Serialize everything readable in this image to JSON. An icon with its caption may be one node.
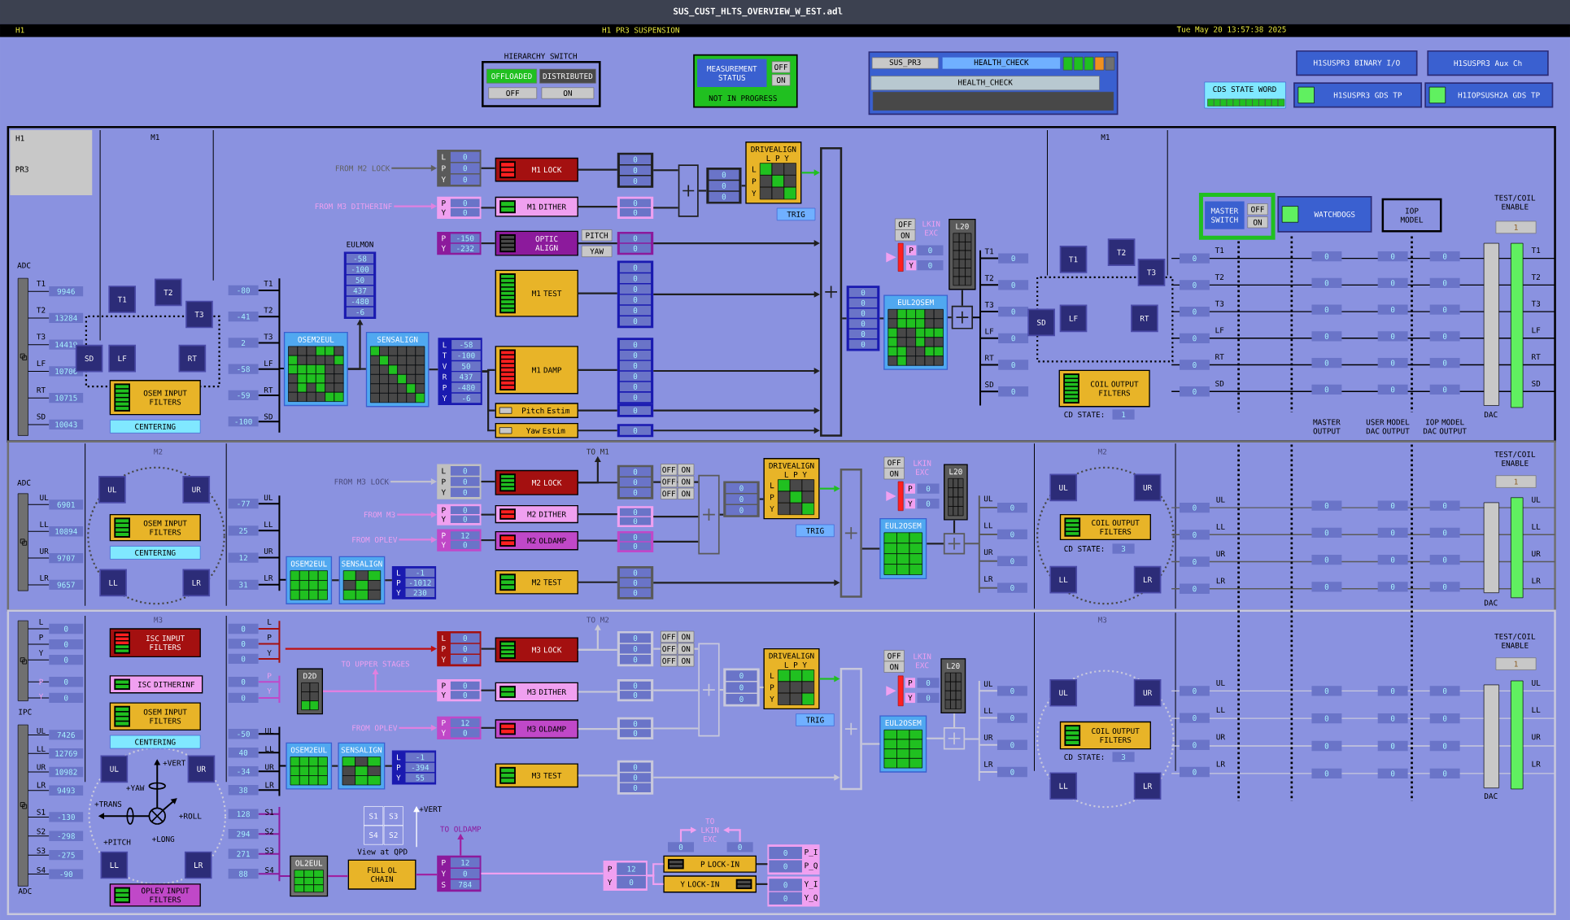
{
  "diagram": {
    "title": "SUS_CUST_HLTS_OVERVIEW_W_EST.adl",
    "nodes": [
      {
        "text": [
          "FROM M2 LOCK"
        ]
      },
      {
        "text": [
          "L",
          "0",
          "P",
          "0",
          "Y",
          "0"
        ]
      },
      {
        "text": [
          "M1 LOCK"
        ]
      },
      {
        "text": [
          "0",
          "0",
          "0"
        ]
      },
      {
        "text": [],
        "shape": "box"
      },
      {
        "text": [
          "0",
          "0",
          "0"
        ]
      },
      {
        "text": [
          "DRIVEALIGN",
          "L P Y",
          "L",
          "P",
          "Y"
        ]
      },
      {
        "text": [
          "FROM M3 DITHERINF"
        ]
      },
      {
        "text": [
          "P",
          "0",
          "Y",
          "0"
        ]
      },
      {
        "text": [
          "M1 DITHER"
        ]
      },
      {
        "text": [
          "0",
          "0"
        ]
      },
      {
        "text": [
          "P",
          "-150",
          "Y",
          "-232"
        ]
      },
      {
        "text": [
          "OPTIC ALIGN"
        ]
      },
      {
        "text": [
          "0",
          "0"
        ]
      },
      {
        "text": [
          "M1 TEST"
        ]
      },
      {
        "text": [
          "0",
          "0",
          "0",
          "0",
          "0",
          "0"
        ]
      },
      {
        "text": [
          "M1 DAMP"
        ]
      },
      {
        "text": [
          "0",
          "0",
          "0",
          "0",
          "0",
          "0"
        ]
      },
      {
        "text": [
          "Pitch Estim"
        ]
      },
      {
        "text": [
          "0"
        ]
      },
      {
        "text": [
          "Yaw Estim"
        ]
      },
      {
        "text": [
          "0"
        ]
      },
      {
        "text": [],
        "shape": "bar"
      },
      {
        "text": [
          "0",
          "0",
          "0",
          "0",
          "0",
          "0"
        ]
      },
      {
        "text": [
          "EUL2OSEM"
        ]
      },
      {
        "text": [],
        "shape": "box"
      },
      {
        "text": [
          "L20"
        ]
      },
      {
        "text": [
          "COIL OUTPUT FILTERS"
        ]
      },
      {
        "text": [
          "OSEM INPUT FILTERS"
        ]
      },
      {
        "text": [
          "OSEM2EUL"
        ]
      },
      {
        "text": [
          "SENSALIGN"
        ]
      },
      {
        "text": [
          "L",
          "-58",
          "T",
          "-100",
          "V",
          "50",
          "R",
          "437",
          "P",
          "-480",
          "Y",
          "-6"
        ]
      },
      {
        "text": [
          "EULMON",
          "-58",
          "-100",
          "50",
          "437",
          "-480",
          "-6"
        ]
      },
      {
        "text": [
          "FROM M3 LOCK"
        ]
      },
      {
        "text": [
          "L",
          "0",
          "P",
          "0",
          "Y",
          "0"
        ]
      },
      {
        "text": [
          "M2 LOCK"
        ]
      },
      {
        "text": [
          "0",
          "0",
          "0"
        ]
      },
      {
        "text": [],
        "shape": "box"
      },
      {
        "text": [
          "0",
          "0",
          "0"
        ]
      },
      {
        "text": [
          "DRIVEALIGN",
          "L P Y",
          "L",
          "P",
          "Y"
        ]
      },
      {
        "text": [
          "TO M1"
        ]
      },
      {
        "text": [
          "FROM M3"
        ]
      },
      {
        "text": [
          "P",
          "0",
          "Y",
          "0"
        ]
      },
      {
        "text": [
          "M2 DITHER"
        ]
      },
      {
        "text": [
          "0",
          "0"
        ]
      },
      {
        "text": [
          "FROM OPLEV"
        ]
      },
      {
        "text": [
          "P",
          "12",
          "Y",
          "0"
        ]
      },
      {
        "text": [
          "M2 OLDAMP"
        ]
      },
      {
        "text": [
          "0",
          "0"
        ]
      },
      {
        "text": [
          "M2 TEST"
        ]
      },
      {
        "text": [
          "0",
          "0",
          "0"
        ]
      },
      {
        "text": [],
        "shape": "bar"
      },
      {
        "text": [
          "EUL2OSEM"
        ]
      },
      {
        "text": [],
        "shape": "box"
      },
      {
        "text": [
          "L20"
        ]
      },
      {
        "text": [
          "OSEM INPUT FILTERS"
        ]
      },
      {
        "text": [
          "OSEM2EUL"
        ]
      },
      {
        "text": [
          "SENSALIGN"
        ]
      },
      {
        "text": [
          "L",
          "-1",
          "P",
          "-1012",
          "Y",
          "230"
        ]
      },
      {
        "text": [
          "COIL OUTPUT FILTERS"
        ]
      },
      {
        "text": [
          "ISC INPUT FILTERS"
        ]
      },
      {
        "text": [
          "ISC DITHERINF"
        ]
      },
      {
        "text": [
          "OSEM INPUT FILTERS"
        ]
      },
      {
        "text": [
          "OPLEV INPUT FILTERS"
        ]
      },
      {
        "text": [
          "L",
          "0",
          "P",
          "0",
          "Y",
          "0"
        ]
      },
      {
        "text": [
          "M3 LOCK"
        ]
      },
      {
        "text": [
          "0",
          "0",
          "0"
        ]
      },
      {
        "text": [],
        "shape": "box"
      },
      {
        "text": [
          "0",
          "0",
          "0"
        ]
      },
      {
        "text": [
          "DRIVEALIGN",
          "L P Y",
          "L",
          "P",
          "Y"
        ]
      },
      {
        "text": [
          "TO M2"
        ]
      },
      {
        "text": [
          "D2D"
        ]
      },
      {
        "text": [
          "TO UPPER STAGES"
        ]
      },
      {
        "text": [
          "P",
          "0",
          "Y",
          "0"
        ]
      },
      {
        "text": [
          "M3 DITHER"
        ]
      },
      {
        "text": [
          "0",
          "0"
        ]
      },
      {
        "text": [
          "FROM OPLEV"
        ]
      },
      {
        "text": [
          "P",
          "12",
          "Y",
          "0"
        ]
      },
      {
        "text": [
          "M3 OLDAMP"
        ]
      },
      {
        "text": [
          "0",
          "0"
        ]
      },
      {
        "text": [
          "M3 TEST"
        ]
      },
      {
        "text": [
          "0",
          "0",
          "0"
        ]
      },
      {
        "text": [],
        "shape": "bar"
      },
      {
        "text": [
          "EUL2OSEM"
        ]
      },
      {
        "text": [],
        "shape": "box"
      },
      {
        "text": [
          "L20"
        ]
      },
      {
        "text": [
          "OSEM2EUL"
        ]
      },
      {
        "text": [
          "SENSALIGN"
        ]
      },
      {
        "text": [
          "L",
          "-1",
          "P",
          "-394",
          "Y",
          "55"
        ]
      },
      {
        "text": [
          "OL2EUL"
        ]
      },
      {
        "text": [
          "FULL OL CHAIN"
        ]
      },
      {
        "text": [
          "TO OLDAMP"
        ]
      },
      {
        "text": [
          "P",
          "12",
          "Y",
          "0",
          "S",
          "784"
        ]
      },
      {
        "text": [
          "P",
          "12",
          "Y",
          "0"
        ]
      },
      {
        "text": [
          "P LOCK-IN"
        ]
      },
      {
        "text": [
          "Y LOCK-IN"
        ]
      },
      {
        "text": [
          "0",
          "P_I",
          "0",
          "P_Q"
        ]
      },
      {
        "text": [
          "0",
          "Y_I",
          "0",
          "Y_Q"
        ]
      },
      {
        "text": [
          "COIL OUTPUT FILTERS"
        ]
      },
      {
        "text": [
          "0"
        ]
      },
      {
        "text": [
          "0"
        ]
      },
      {
        "text": [
          "TO LKIN EXC"
        ]
      }
    ],
    "edges": [
      {
        "from": 0,
        "to": 1,
        "arrow": "to",
        "color": "#606060"
      },
      {
        "from": 1,
        "to": 2,
        "arrow": "none"
      },
      {
        "from": 2,
        "to": 3,
        "arrow": "none"
      },
      {
        "from": 3,
        "to": 4,
        "arrow": "none"
      },
      {
        "from": 4,
        "to": 5,
        "arrow": "none"
      },
      {
        "from": 5,
        "to": 6,
        "arrow": "none"
      },
      {
        "from": 6,
        "to": 22,
        "arrow": "to",
        "color": "#20c020"
      },
      {
        "from": 7,
        "to": 8,
        "arrow": "to",
        "color": "#e080e0"
      },
      {
        "from": 8,
        "to": 9,
        "arrow": "none"
      },
      {
        "from": 9,
        "to": 10,
        "arrow": "none"
      },
      {
        "from": 10,
        "to": 4,
        "arrow": "none"
      },
      {
        "from": 11,
        "to": 12,
        "arrow": "none"
      },
      {
        "from": 12,
        "to": 13,
        "arrow": "none"
      },
      {
        "from": 13,
        "to": 22,
        "arrow": "to"
      },
      {
        "from": 14,
        "to": 15,
        "arrow": "none"
      },
      {
        "from": 15,
        "to": 22,
        "arrow": "to"
      },
      {
        "from": 16,
        "to": 17,
        "arrow": "none"
      },
      {
        "from": 17,
        "to": 22,
        "arrow": "to"
      },
      {
        "from": 18,
        "to": 19,
        "arrow": "none"
      },
      {
        "from": 19,
        "to": 22,
        "arrow": "to"
      },
      {
        "from": 20,
        "to": 21,
        "arrow": "none"
      },
      {
        "from": 21,
        "to": 22,
        "arrow": "to"
      },
      {
        "from": 22,
        "to": 23,
        "arrow": "none"
      },
      {
        "from": 23,
        "to": 24,
        "arrow": "none"
      },
      {
        "from": 24,
        "to": 25,
        "arrow": "none"
      },
      {
        "from": 26,
        "to": 25,
        "arrow": "none"
      },
      {
        "from": 29,
        "to": 30,
        "arrow": "none"
      },
      {
        "from": 30,
        "to": 31,
        "arrow": "none"
      },
      {
        "from": 29,
        "to": 32,
        "arrow": "to"
      },
      {
        "from": 31,
        "to": 16,
        "arrow": "none"
      },
      {
        "from": 31,
        "to": 18,
        "arrow": "none"
      },
      {
        "from": 31,
        "to": 20,
        "arrow": "none"
      },
      {
        "from": 33,
        "to": 34,
        "arrow": "to",
        "color": "#c0c0d0"
      },
      {
        "from": 34,
        "to": 35,
        "arrow": "none"
      },
      {
        "from": 35,
        "to": 36,
        "arrow": "none"
      },
      {
        "from": 36,
        "to": 37,
        "arrow": "none"
      },
      {
        "from": 37,
        "to": 38,
        "arrow": "none"
      },
      {
        "from": 38,
        "to": 39,
        "arrow": "none"
      },
      {
        "from": 39,
        "to": 51,
        "arrow": "to",
        "color": "#20c020"
      },
      {
        "from": 35,
        "to": 40,
        "arrow": "to"
      },
      {
        "from": 41,
        "to": 42,
        "arrow": "to",
        "color": "#e080e0"
      },
      {
        "from": 42,
        "to": 43,
        "arrow": "none"
      },
      {
        "from": 43,
        "to": 44,
        "arrow": "none"
      },
      {
        "from": 44,
        "to": 37,
        "arrow": "none"
      },
      {
        "from": 45,
        "to": 46,
        "arrow": "to",
        "color": "#e080e0"
      },
      {
        "from": 46,
        "to": 47,
        "arrow": "none"
      },
      {
        "from": 47,
        "to": 48,
        "arrow": "none"
      },
      {
        "from": 48,
        "to": 37,
        "arrow": "none"
      },
      {
        "from": 49,
        "to": 50,
        "arrow": "none"
      },
      {
        "from": 50,
        "to": 51,
        "arrow": "to"
      },
      {
        "from": 51,
        "to": 52,
        "arrow": "none"
      },
      {
        "from": 52,
        "to": 53,
        "arrow": "none"
      },
      {
        "from": 54,
        "to": 53,
        "arrow": "none"
      },
      {
        "from": 56,
        "to": 57,
        "arrow": "none"
      },
      {
        "from": 57,
        "to": 58,
        "arrow": "none"
      },
      {
        "from": null,
        "to": 64,
        "arrow": "to",
        "color": "#c01010"
      },
      {
        "from": 64,
        "to": 65,
        "arrow": "none"
      },
      {
        "from": 65,
        "to": 66,
        "arrow": "none",
        "color": "#c8c8d8"
      },
      {
        "from": 66,
        "to": 67,
        "arrow": "none",
        "color": "#c8c8d8"
      },
      {
        "from": 67,
        "to": 68,
        "arrow": "none",
        "color": "#c8c8d8"
      },
      {
        "from": 68,
        "to": 69,
        "arrow": "none",
        "color": "#c8c8d8"
      },
      {
        "from": 69,
        "to": 82,
        "arrow": "to",
        "color": "#20c020"
      },
      {
        "from": 65,
        "to": 70,
        "arrow": "to",
        "color": "#c8c8d8"
      },
      {
        "from": 71,
        "to": 73,
        "arrow": "none",
        "color": "#e080e0"
      },
      {
        "from": 71,
        "to": 72,
        "arrow": "to",
        "color": "#e080e0"
      },
      {
        "from": 73,
        "to": 74,
        "arrow": "none"
      },
      {
        "from": 74,
        "to": 75,
        "arrow": "none",
        "color": "#c8c8d8"
      },
      {
        "from": 75,
        "to": 67,
        "arrow": "none",
        "color": "#c8c8d8"
      },
      {
        "from": 76,
        "to": 77,
        "arrow": "to",
        "color": "#e080e0"
      },
      {
        "from": 77,
        "to": 78,
        "arrow": "none"
      },
      {
        "from": 78,
        "to": 79,
        "arrow": "none",
        "color": "#c8c8d8"
      },
      {
        "from": 79,
        "to": 67,
        "arrow": "none",
        "color": "#c8c8d8"
      },
      {
        "from": 80,
        "to": 81,
        "arrow": "none",
        "color": "#c8c8d8"
      },
      {
        "from": 81,
        "to": 82,
        "arrow": "to",
        "color": "#c8c8d8"
      },
      {
        "from": 82,
        "to": 83,
        "arrow": "none",
        "color": "#c8c8d8"
      },
      {
        "from": 83,
        "to": 84,
        "arrow": "none",
        "color": "#c8c8d8"
      },
      {
        "from": 85,
        "to": 84,
        "arrow": "none",
        "color": "#c8c8d8"
      },
      {
        "from": 86,
        "to": 87,
        "arrow": "none"
      },
      {
        "from": 87,
        "to": 88,
        "arrow": "none"
      },
      {
        "from": 89,
        "to": 90,
        "arrow": "none",
        "color": "#a020a0"
      },
      {
        "from": 90,
        "to": 92,
        "arrow": "none",
        "color": "#a020a0"
      },
      {
        "from": 92,
        "to": 91,
        "arrow": "to",
        "color": "#a020a0"
      },
      {
        "from": 92,
        "to": 93,
        "arrow": "none",
        "color": "#f0a0f0"
      },
      {
        "from": 93,
        "to": 94,
        "arrow": "none",
        "color": "#f0a0f0"
      },
      {
        "from": 93,
        "to": 95,
        "arrow": "none",
        "color": "#f0a0f0"
      },
      {
        "from": 94,
        "to": 96,
        "arrow": "none"
      },
      {
        "from": 95,
        "to": 97,
        "arrow": "none"
      },
      {
        "from": 99,
        "to": 101,
        "arrow": "to",
        "color": "#f0a0f0"
      },
      {
        "from": 100,
        "to": 101,
        "arrow": "to",
        "color": "#f0a0f0"
      }
    ],
    "labels": [
      "H1",
      "H1 PR3 SUSPENSION",
      "Tue May 20 13:57:38 2025",
      "HIERARCHY SWITCH",
      "OFFLOADED",
      "DISTRIBUTED",
      "OFF",
      "ON",
      "MEASUREMENT STATUS",
      "OFF",
      "ON",
      "NOT IN PROGRESS",
      "SUS_PR3",
      "HEALTH_CHECK",
      "HEALTH_CHECK",
      "CDS STATE WORD",
      "H1SUSPR3 BINARY I/O",
      "H1SUSPR3 Aux Ch",
      "H1SUSPR3 GDS TP",
      "H1IOPSUSH2A GDS TP",
      "H1",
      "PR3",
      "M1",
      "M1",
      "ADC",
      "T1",
      "T2",
      "T3",
      "LF",
      "RT",
      "SD",
      "9946",
      "13284",
      "14419",
      "10706",
      "10715",
      "10043",
      "T1",
      "T2",
      "T3",
      "SD",
      "LF",
      "RT",
      "CENTERING",
      "-80",
      "-41",
      "2",
      "-58",
      "-59",
      "-100",
      "T1",
      "T2",
      "T3",
      "LF",
      "RT",
      "SD",
      "PITCH",
      "YAW",
      "TRIG",
      "OFF",
      "ON",
      "LKIN EXC",
      "P",
      "0",
      "Y",
      "0",
      "T1",
      "T2",
      "T3",
      "LF",
      "RT",
      "SD",
      "0",
      "0",
      "0",
      "0",
      "0",
      "0",
      "T1",
      "T2",
      "T3",
      "SD",
      "LF",
      "RT",
      "CD STATE:",
      "1",
      "0",
      "0",
      "0",
      "0",
      "0",
      "0",
      "T1",
      "T2",
      "T3",
      "LF",
      "RT",
      "SD",
      "MASTER SWITCH",
      "OFF",
      "ON",
      "WATCHDOGS",
      "IOP MODEL",
      "0",
      "0",
      "0",
      "0",
      "0",
      "0",
      "0",
      "0",
      "0",
      "0",
      "0",
      "0",
      "0",
      "0",
      "0",
      "0",
      "0",
      "0",
      "MASTER OUTPUT",
      "USER MODEL DAC OUTPUT",
      "IOP MODEL DAC OUTPUT",
      "TEST/COIL ENABLE",
      "1",
      "DAC",
      "T1",
      "T2",
      "T3",
      "LF",
      "RT",
      "SD",
      "M2",
      "M2",
      "ADC",
      "UL",
      "LL",
      "UR",
      "LR",
      "6901",
      "10894",
      "9707",
      "9657",
      "UL",
      "UR",
      "LL",
      "LR",
      "CENTERING",
      "-77",
      "25",
      "12",
      "31",
      "UL",
      "LL",
      "UR",
      "LR",
      "OFF",
      "ON",
      "OFF",
      "ON",
      "OFF",
      "ON",
      "TRIG",
      "OFF",
      "ON",
      "LKIN EXC",
      "P",
      "0",
      "Y",
      "0",
      "UL",
      "LL",
      "UR",
      "LR",
      "0",
      "0",
      "0",
      "0",
      "UL",
      "UR",
      "LL",
      "LR",
      "CD STATE:",
      "3",
      "0",
      "0",
      "0",
      "0",
      "UL",
      "LL",
      "UR",
      "LR",
      "0",
      "0",
      "0",
      "0",
      "0",
      "0",
      "0",
      "0",
      "0",
      "0",
      "0",
      "0",
      "TEST/COIL ENABLE",
      "1",
      "DAC",
      "UL",
      "LL",
      "UR",
      "LR",
      "L",
      "M3",
      "M3",
      "P",
      "Y",
      "0",
      "0",
      "0",
      "P",
      "Y",
      "0",
      "0",
      "IPC",
      "CENTERING",
      "UL",
      "LL",
      "UR",
      "LR",
      "7426",
      "12769",
      "10982",
      "9493",
      "S1",
      "S2",
      "S3",
      "S4",
      "-130",
      "-298",
      "-275",
      "-90",
      "ADC",
      "UL",
      "UR",
      "LL",
      "LR",
      "+VERT",
      "+YAW",
      "+TRANS",
      "+ROLL",
      "+LONG",
      "+PITCH",
      "0",
      "0",
      "0",
      "0",
      "0",
      "-50",
      "40",
      "-34",
      "38",
      "128",
      "294",
      "271",
      "88",
      "L",
      "P",
      "Y",
      "P",
      "Y",
      "UL",
      "LL",
      "UR",
      "LR",
      "S1",
      "S2",
      "S3",
      "S4",
      "OFF",
      "ON",
      "OFF",
      "ON",
      "OFF",
      "ON",
      "TRIG",
      "OFF",
      "ON",
      "LKIN EXC",
      "P",
      "0",
      "Y",
      "0",
      "UL",
      "LL",
      "UR",
      "LR",
      "0",
      "0",
      "0",
      "0",
      "UL",
      "UR",
      "LL",
      "LR",
      "CD STATE:",
      "3",
      "0",
      "0",
      "0",
      "0",
      "UL",
      "LL",
      "UR",
      "LR",
      "0",
      "0",
      "0",
      "0",
      "0",
      "0",
      "0",
      "0",
      "0",
      "0",
      "0",
      "0",
      "TEST/COIL ENABLE",
      "1",
      "DAC",
      "UL",
      "LL",
      "UR",
      "LR",
      "S1",
      "S3",
      "S4",
      "S2",
      "+VERT",
      "View at QPD"
    ]
  }
}
